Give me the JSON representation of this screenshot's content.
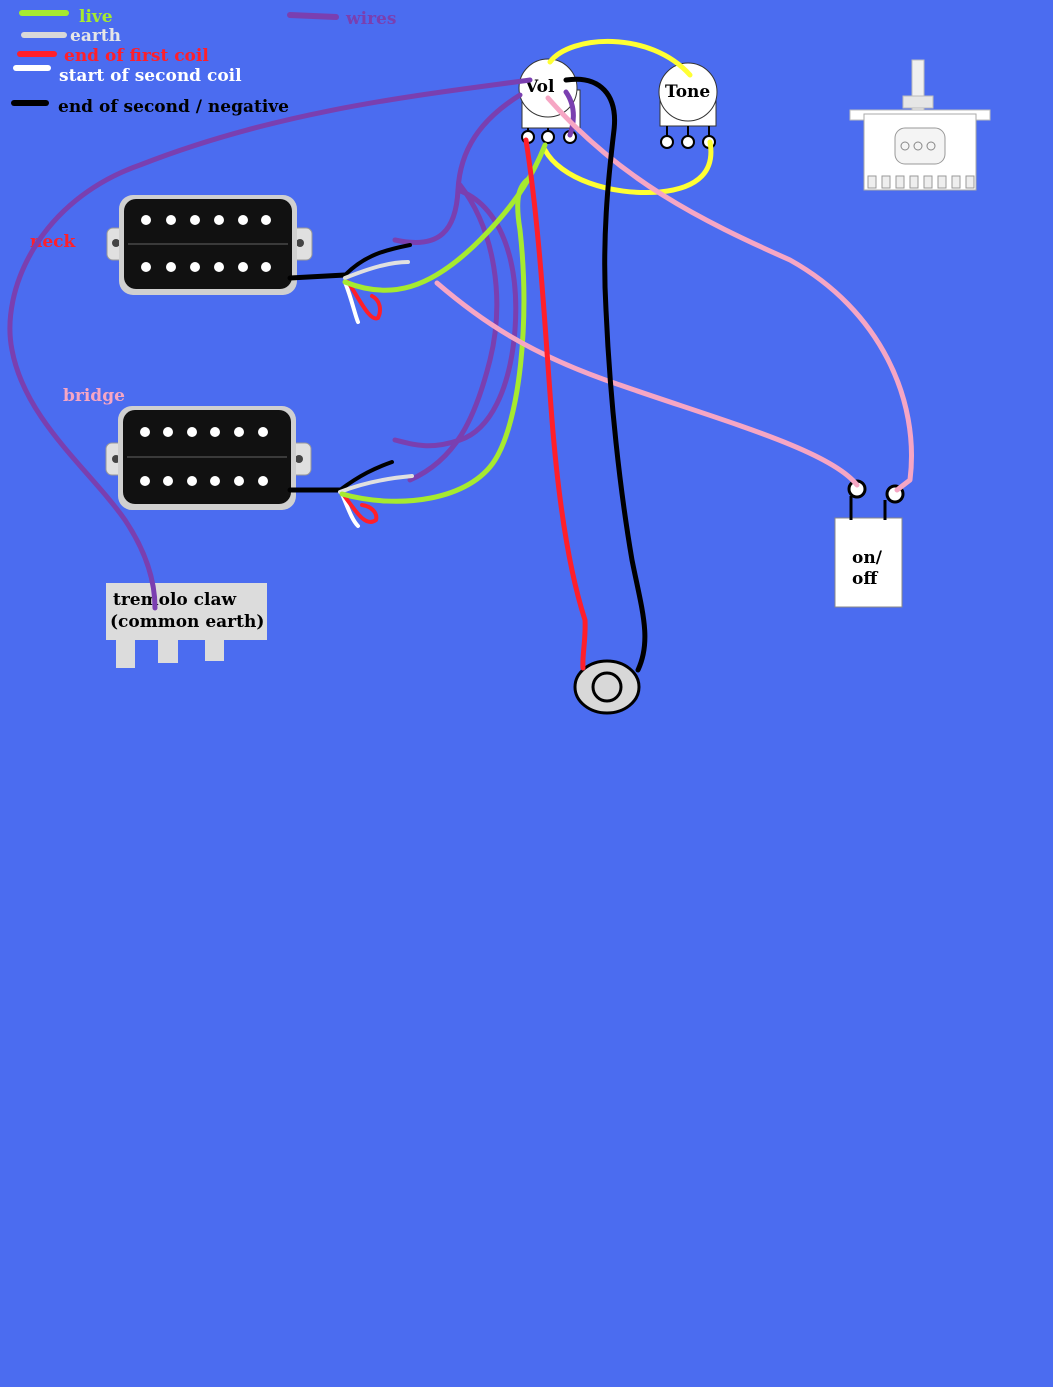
{
  "legend": {
    "live": {
      "label": "live",
      "color": "#a6ea2f"
    },
    "earth": {
      "label": "earth",
      "color": "#d8d8d8"
    },
    "end_first_coil": {
      "label": "end of first coil",
      "color": "#ff1f2a"
    },
    "start_second_coil": {
      "label": "start of second coil",
      "color": "#ffffff"
    },
    "end_second_negative": {
      "label": "end of second / negative",
      "color": "#000000"
    },
    "wires": {
      "label": "wires",
      "color": "#7a3fb0"
    }
  },
  "labels": {
    "neck": {
      "text": "neck",
      "color": "#ff1f2a"
    },
    "bridge": {
      "text": "bridge",
      "color": "#f6a6c4"
    }
  },
  "pots": {
    "volume": "Vol",
    "tone": "Tone"
  },
  "tremolo": {
    "line1": "tremolo claw",
    "line2": "(common earth)"
  },
  "switch_box": {
    "line1": "on/",
    "line2": "off"
  },
  "colors": {
    "background": "#4b6cf0",
    "live": "#a6ea2f",
    "earth": "#d8d8d8",
    "red": "#ff1f2a",
    "white": "#ffffff",
    "black": "#000000",
    "purple": "#7a3fb0",
    "pink": "#f6a6c4",
    "yellow": "#ffff33"
  }
}
